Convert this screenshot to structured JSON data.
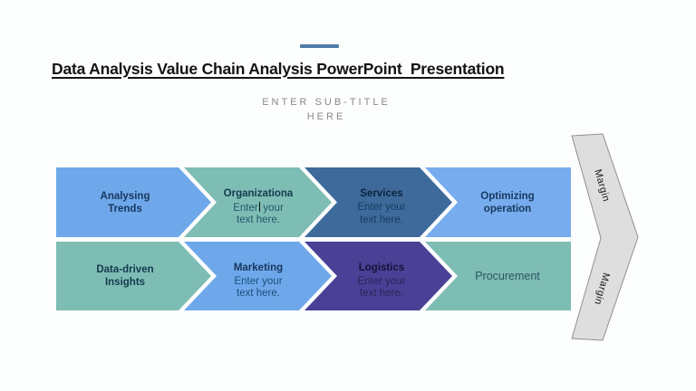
{
  "slide": {
    "accent_bar_color": "#4E7DA8",
    "title": "Data Analysis Value Chain Analysis PowerPoint  Presentation",
    "title_color": "#141414",
    "subtitle_line1": "ENTER SUB-TITLE",
    "subtitle_line2": "HERE",
    "subtitle_color": "#8A8A8A"
  },
  "diagram": {
    "rows": [
      {
        "cells": [
          {
            "id": "analysing-trends",
            "fill": "#6FA8EA",
            "title_color": "#17375E",
            "title_line1": "Analysing",
            "title_line2": "Trends"
          },
          {
            "id": "organizational",
            "fill": "#7EBDB4",
            "title_color": "#133B4E",
            "body_color": "#20586A",
            "title_line1": "Organizationa",
            "body_word_before_caret": "Enter",
            "body_word_after_caret": "your",
            "body_line2": "text here."
          },
          {
            "id": "services",
            "fill": "#3D6A9A",
            "title_color": "#0B2440",
            "body_color": "#163A5F",
            "title_line1": "Services",
            "body_line1": "Enter your",
            "body_line2": "text here."
          },
          {
            "id": "optimizing-operation",
            "fill": "#77ADEE",
            "title_color": "#17375E",
            "title_line1": "Optimizing",
            "title_line2": "operation"
          }
        ]
      },
      {
        "cells": [
          {
            "id": "data-driven-insights",
            "fill": "#7EBDB4",
            "title_color": "#133B4E",
            "title_line1": "Data-driven",
            "title_line2": "Insights"
          },
          {
            "id": "marketing",
            "fill": "#6FA8EA",
            "title_color": "#17375E",
            "body_color": "#1D4F7D",
            "title_line1": "Marketing",
            "body_line1": "Enter your",
            "body_line2": "text here."
          },
          {
            "id": "logistics",
            "fill": "#4A4096",
            "title_color": "#161236",
            "body_color": "#2A2458",
            "title_line1": "Logistics",
            "body_line1": "Enter your",
            "body_line2": "text here."
          },
          {
            "id": "procurement",
            "fill": "#7EBDB4",
            "title_color": "#2B5564",
            "title_line1": "Procurement"
          }
        ]
      }
    ],
    "margin_band": {
      "fill": "#DEDEDE",
      "border_color": "#8F8F8F",
      "label_color": "#1A1A1A",
      "label_top": "Margin",
      "label_bottom": "Margin"
    }
  }
}
